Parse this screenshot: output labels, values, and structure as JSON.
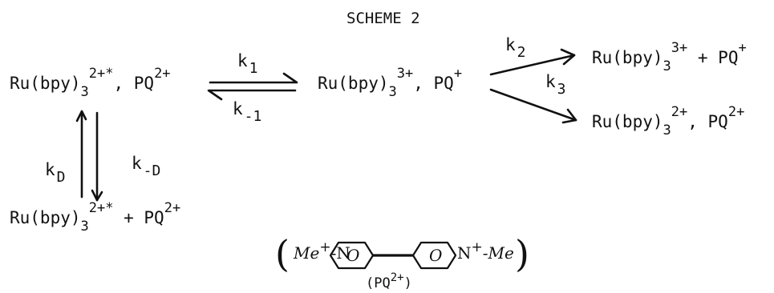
{
  "title": "SCHEME 2",
  "species": {
    "excited_pair": {
      "base": "Ru(bpy)",
      "sub": "3",
      "charge": "2+*",
      "partner": ", PQ",
      "partner_charge": "2+"
    },
    "ion_pair": {
      "base": "Ru(bpy)",
      "sub": "3",
      "charge": "3+",
      "partner": ", PQ",
      "partner_charge": "+"
    },
    "separated_ions": {
      "base": "Ru(bpy)",
      "sub": "3",
      "charge": "3+",
      "partner": " + PQ",
      "partner_charge": "+"
    },
    "ground_pair": {
      "base": "Ru(bpy)",
      "sub": "3",
      "charge": "2+",
      "partner": ", PQ",
      "partner_charge": "2+"
    },
    "free_excited": {
      "base": "Ru(bpy)",
      "sub": "3",
      "charge": "2+*",
      "partner": " + PQ",
      "partner_charge": "2+"
    }
  },
  "rate_constants": {
    "k1": {
      "letter": "k",
      "sub": "1"
    },
    "k_minus1": {
      "letter": "k",
      "sub": "-1"
    },
    "k2": {
      "letter": "k",
      "sub": "2"
    },
    "k3": {
      "letter": "k",
      "sub": "3"
    },
    "kD": {
      "letter": "k",
      "sub": "D"
    },
    "k_minusD": {
      "letter": "k",
      "sub": "-D"
    }
  },
  "structure": {
    "left_group": "Me",
    "left_charge": "+",
    "left_atom": "-N",
    "right_atom": "N",
    "right_charge": "+",
    "right_group": "-Me",
    "ring_symbol": "O",
    "label": "(PQ",
    "label_charge": "2+",
    "label_close": ")"
  }
}
